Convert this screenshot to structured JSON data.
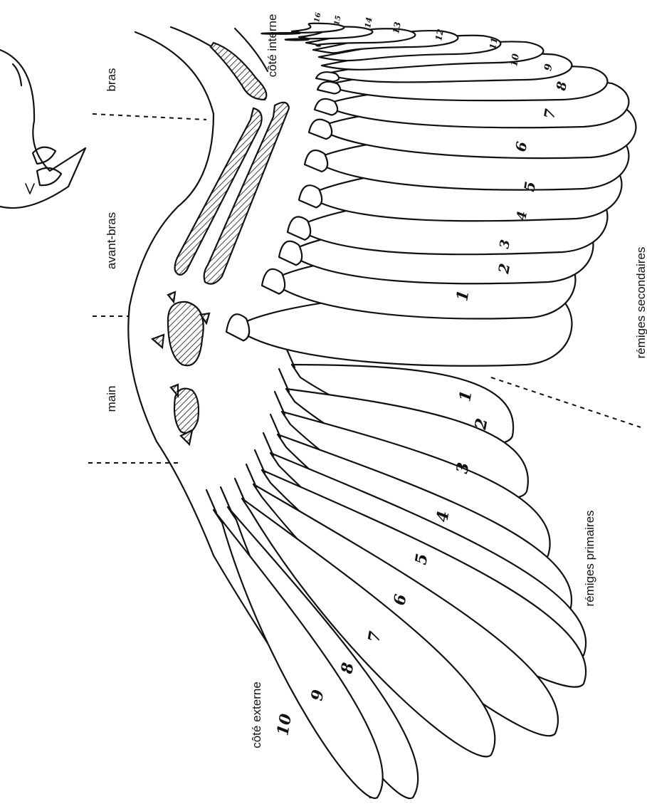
{
  "labels": {
    "bras": "bras",
    "cote_interne": "côté interne",
    "avant_bras": "avant-bras",
    "main": "main",
    "remiges_secondaires": "rémiges secondaires",
    "remiges_primaires": "rémiges primaires",
    "cote_externe": "côté externe"
  },
  "primary_numbers": [
    "1",
    "2",
    "3",
    "4",
    "5",
    "6",
    "7",
    "8",
    "9",
    "10"
  ],
  "secondary_numbers": [
    "1",
    "2",
    "3",
    "4",
    "5",
    "6",
    "7",
    "8",
    "9",
    "10",
    "11",
    "12",
    "13",
    "14",
    "15",
    "16"
  ]
}
